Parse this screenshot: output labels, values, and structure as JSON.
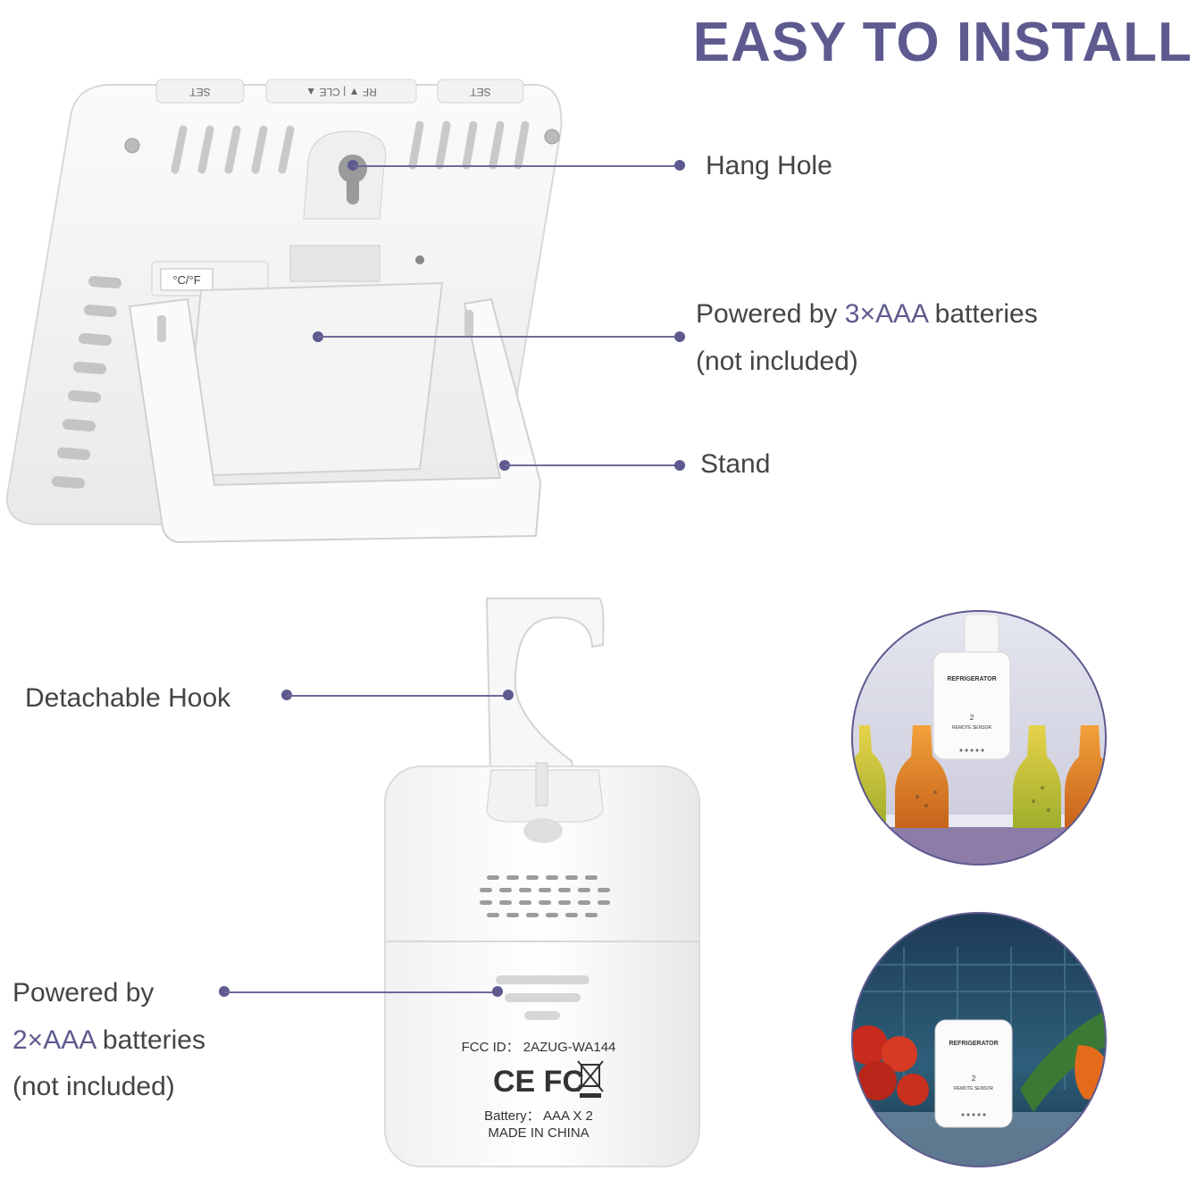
{
  "title": "EASY TO INSTALL",
  "display_unit": {
    "buttons": [
      "SET",
      "RF ▼ | CLE ▲",
      "SET"
    ],
    "switch_label": "°C/°F"
  },
  "callouts_top": {
    "hang_hole": "Hang Hole",
    "battery_main_prefix": "Powered by ",
    "battery_main_accent": "3×AAA",
    "battery_main_suffix": " batteries",
    "battery_main_note": "(not included)",
    "stand": "Stand"
  },
  "callouts_bottom": {
    "hook": "Detachable Hook",
    "battery_sensor_prefix": "Powered by",
    "battery_sensor_accent": "2×AAA",
    "battery_sensor_suffix": " batteries",
    "battery_sensor_note": "(not included)"
  },
  "sensor_label": {
    "fcc_id": "FCC ID： 2AZUG-WA144",
    "marks": "CE FC",
    "battery": "Battery： AAA X 2",
    "origin": "MADE IN CHINA"
  },
  "photo_sensor": {
    "brand": "REFRIGERATOR",
    "channel": "2",
    "subtitle": "REMOTE SENSOR"
  },
  "colors": {
    "accent": "#5d5a8f",
    "text": "#444444"
  }
}
